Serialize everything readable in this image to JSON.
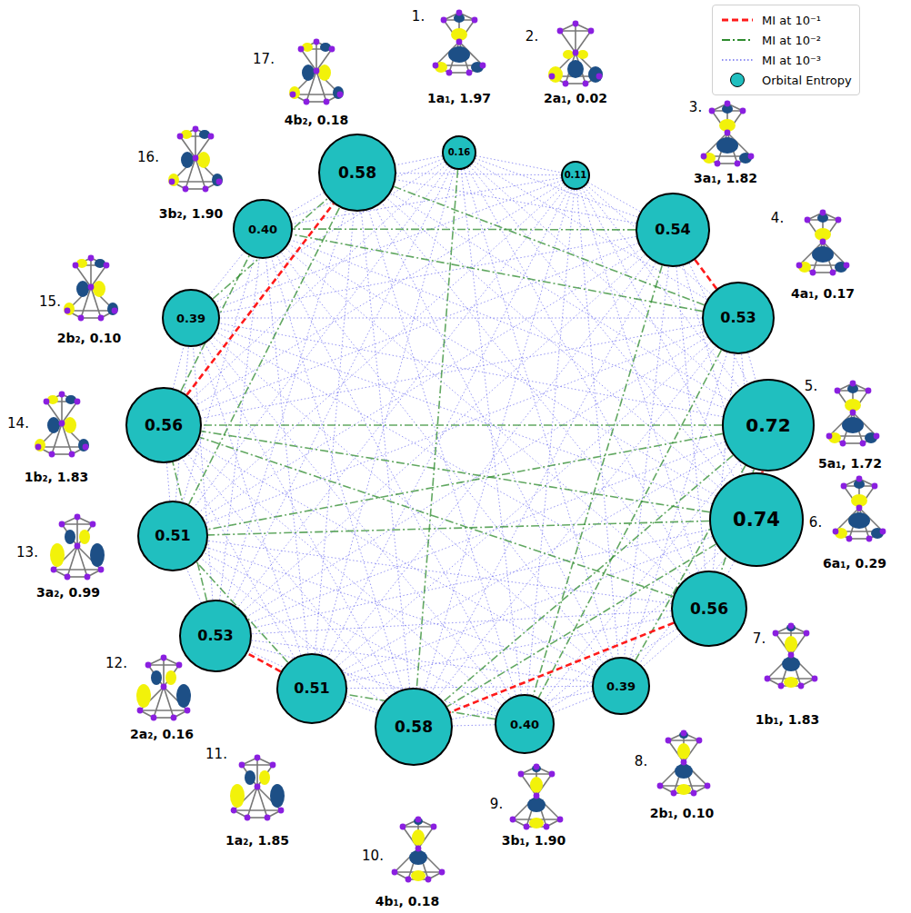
{
  "diagram": {
    "nodes": [
      {
        "text": [
          "0.16"
        ]
      },
      {
        "text": [
          "0.11"
        ]
      },
      {
        "text": [
          "0.54"
        ]
      },
      {
        "text": [
          "0.53"
        ]
      },
      {
        "text": [
          "0.72"
        ]
      },
      {
        "text": [
          "0.74"
        ]
      },
      {
        "text": [
          "0.56"
        ]
      },
      {
        "text": [
          "0.39"
        ]
      },
      {
        "text": [
          "0.40"
        ]
      },
      {
        "text": [
          "0.58"
        ]
      },
      {
        "text": [
          "0.51"
        ]
      },
      {
        "text": [
          "0.53"
        ]
      },
      {
        "text": [
          "0.51"
        ]
      },
      {
        "text": [
          "0.56"
        ]
      },
      {
        "text": [
          "0.39"
        ]
      },
      {
        "text": [
          "0.40"
        ]
      },
      {
        "text": [
          "0.58"
        ]
      }
    ],
    "edges": [
      {
        "from": 0,
        "to": 1,
        "arrow": "none"
      },
      {
        "from": 0,
        "to": 2,
        "arrow": "none"
      },
      {
        "from": 0,
        "to": 3,
        "arrow": "none"
      },
      {
        "from": 0,
        "to": 4,
        "arrow": "none"
      },
      {
        "from": 0,
        "to": 5,
        "arrow": "none"
      },
      {
        "from": 0,
        "to": 6,
        "arrow": "none"
      },
      {
        "from": 0,
        "to": 7,
        "arrow": "none"
      },
      {
        "from": 0,
        "to": 8,
        "arrow": "none"
      },
      {
        "from": 0,
        "to": 9,
        "arrow": "none"
      },
      {
        "from": 0,
        "to": 10,
        "arrow": "none"
      },
      {
        "from": 0,
        "to": 11,
        "arrow": "none"
      },
      {
        "from": 0,
        "to": 12,
        "arrow": "none"
      },
      {
        "from": 0,
        "to": 13,
        "arrow": "none"
      },
      {
        "from": 0,
        "to": 14,
        "arrow": "none"
      },
      {
        "from": 0,
        "to": 15,
        "arrow": "none"
      },
      {
        "from": 0,
        "to": 16,
        "arrow": "none"
      },
      {
        "from": 1,
        "to": 2,
        "arrow": "none"
      },
      {
        "from": 1,
        "to": 3,
        "arrow": "none"
      },
      {
        "from": 1,
        "to": 4,
        "arrow": "none"
      },
      {
        "from": 1,
        "to": 5,
        "arrow": "none"
      },
      {
        "from": 1,
        "to": 6,
        "arrow": "none"
      },
      {
        "from": 1,
        "to": 7,
        "arrow": "none"
      },
      {
        "from": 1,
        "to": 8,
        "arrow": "none"
      },
      {
        "from": 1,
        "to": 9,
        "arrow": "none"
      },
      {
        "from": 1,
        "to": 10,
        "arrow": "none"
      },
      {
        "from": 1,
        "to": 11,
        "arrow": "none"
      },
      {
        "from": 1,
        "to": 12,
        "arrow": "none"
      },
      {
        "from": 1,
        "to": 13,
        "arrow": "none"
      },
      {
        "from": 1,
        "to": 14,
        "arrow": "none"
      },
      {
        "from": 1,
        "to": 15,
        "arrow": "none"
      },
      {
        "from": 1,
        "to": 16,
        "arrow": "none"
      },
      {
        "from": 2,
        "to": 3,
        "arrow": "none"
      },
      {
        "from": 2,
        "to": 4,
        "arrow": "none"
      },
      {
        "from": 2,
        "to": 5,
        "arrow": "none"
      },
      {
        "from": 2,
        "to": 6,
        "arrow": "none"
      },
      {
        "from": 2,
        "to": 7,
        "arrow": "none"
      },
      {
        "from": 2,
        "to": 8,
        "arrow": "none"
      },
      {
        "from": 2,
        "to": 9,
        "arrow": "none"
      },
      {
        "from": 2,
        "to": 10,
        "arrow": "none"
      },
      {
        "from": 2,
        "to": 11,
        "arrow": "none"
      },
      {
        "from": 2,
        "to": 12,
        "arrow": "none"
      },
      {
        "from": 2,
        "to": 13,
        "arrow": "none"
      },
      {
        "from": 2,
        "to": 14,
        "arrow": "none"
      },
      {
        "from": 2,
        "to": 15,
        "arrow": "none"
      },
      {
        "from": 2,
        "to": 16,
        "arrow": "none"
      },
      {
        "from": 3,
        "to": 4,
        "arrow": "none"
      },
      {
        "from": 3,
        "to": 5,
        "arrow": "none"
      },
      {
        "from": 3,
        "to": 6,
        "arrow": "none"
      },
      {
        "from": 3,
        "to": 7,
        "arrow": "none"
      },
      {
        "from": 3,
        "to": 8,
        "arrow": "none"
      },
      {
        "from": 3,
        "to": 9,
        "arrow": "none"
      },
      {
        "from": 3,
        "to": 10,
        "arrow": "none"
      },
      {
        "from": 3,
        "to": 11,
        "arrow": "none"
      },
      {
        "from": 3,
        "to": 12,
        "arrow": "none"
      },
      {
        "from": 3,
        "to": 13,
        "arrow": "none"
      },
      {
        "from": 3,
        "to": 14,
        "arrow": "none"
      },
      {
        "from": 3,
        "to": 15,
        "arrow": "none"
      },
      {
        "from": 3,
        "to": 16,
        "arrow": "none"
      },
      {
        "from": 4,
        "to": 5,
        "arrow": "none"
      },
      {
        "from": 4,
        "to": 6,
        "arrow": "none"
      },
      {
        "from": 4,
        "to": 7,
        "arrow": "none"
      },
      {
        "from": 4,
        "to": 8,
        "arrow": "none"
      },
      {
        "from": 4,
        "to": 9,
        "arrow": "none"
      },
      {
        "from": 4,
        "to": 10,
        "arrow": "none"
      },
      {
        "from": 4,
        "to": 11,
        "arrow": "none"
      },
      {
        "from": 4,
        "to": 12,
        "arrow": "none"
      },
      {
        "from": 4,
        "to": 13,
        "arrow": "none"
      },
      {
        "from": 4,
        "to": 14,
        "arrow": "none"
      },
      {
        "from": 4,
        "to": 15,
        "arrow": "none"
      },
      {
        "from": 4,
        "to": 16,
        "arrow": "none"
      },
      {
        "from": 5,
        "to": 6,
        "arrow": "none"
      },
      {
        "from": 5,
        "to": 7,
        "arrow": "none"
      },
      {
        "from": 5,
        "to": 8,
        "arrow": "none"
      },
      {
        "from": 5,
        "to": 9,
        "arrow": "none"
      },
      {
        "from": 5,
        "to": 10,
        "arrow": "none"
      },
      {
        "from": 5,
        "to": 11,
        "arrow": "none"
      },
      {
        "from": 5,
        "to": 12,
        "arrow": "none"
      },
      {
        "from": 5,
        "to": 13,
        "arrow": "none"
      },
      {
        "from": 5,
        "to": 14,
        "arrow": "none"
      },
      {
        "from": 5,
        "to": 15,
        "arrow": "none"
      },
      {
        "from": 5,
        "to": 16,
        "arrow": "none"
      },
      {
        "from": 6,
        "to": 7,
        "arrow": "none"
      },
      {
        "from": 6,
        "to": 8,
        "arrow": "none"
      },
      {
        "from": 6,
        "to": 9,
        "arrow": "none"
      },
      {
        "from": 6,
        "to": 10,
        "arrow": "none"
      },
      {
        "from": 6,
        "to": 11,
        "arrow": "none"
      },
      {
        "from": 6,
        "to": 12,
        "arrow": "none"
      },
      {
        "from": 6,
        "to": 13,
        "arrow": "none"
      },
      {
        "from": 6,
        "to": 14,
        "arrow": "none"
      },
      {
        "from": 6,
        "to": 15,
        "arrow": "none"
      },
      {
        "from": 6,
        "to": 16,
        "arrow": "none"
      },
      {
        "from": 7,
        "to": 8,
        "arrow": "none"
      },
      {
        "from": 7,
        "to": 9,
        "arrow": "none"
      },
      {
        "from": 7,
        "to": 10,
        "arrow": "none"
      },
      {
        "from": 7,
        "to": 11,
        "arrow": "none"
      },
      {
        "from": 7,
        "to": 12,
        "arrow": "none"
      },
      {
        "from": 7,
        "to": 13,
        "arrow": "none"
      },
      {
        "from": 7,
        "to": 14,
        "arrow": "none"
      },
      {
        "from": 7,
        "to": 15,
        "arrow": "none"
      },
      {
        "from": 7,
        "to": 16,
        "arrow": "none"
      },
      {
        "from": 8,
        "to": 9,
        "arrow": "none"
      },
      {
        "from": 8,
        "to": 10,
        "arrow": "none"
      },
      {
        "from": 8,
        "to": 11,
        "arrow": "none"
      },
      {
        "from": 8,
        "to": 12,
        "arrow": "none"
      },
      {
        "from": 8,
        "to": 13,
        "arrow": "none"
      },
      {
        "from": 8,
        "to": 14,
        "arrow": "none"
      },
      {
        "from": 8,
        "to": 15,
        "arrow": "none"
      },
      {
        "from": 8,
        "to": 16,
        "arrow": "none"
      },
      {
        "from": 9,
        "to": 10,
        "arrow": "none"
      },
      {
        "from": 9,
        "to": 11,
        "arrow": "none"
      },
      {
        "from": 9,
        "to": 12,
        "arrow": "none"
      },
      {
        "from": 9,
        "to": 13,
        "arrow": "none"
      },
      {
        "from": 9,
        "to": 14,
        "arrow": "none"
      },
      {
        "from": 9,
        "to": 15,
        "arrow": "none"
      },
      {
        "from": 9,
        "to": 16,
        "arrow": "none"
      },
      {
        "from": 10,
        "to": 11,
        "arrow": "none"
      },
      {
        "from": 10,
        "to": 12,
        "arrow": "none"
      },
      {
        "from": 10,
        "to": 13,
        "arrow": "none"
      },
      {
        "from": 10,
        "to": 14,
        "arrow": "none"
      },
      {
        "from": 10,
        "to": 15,
        "arrow": "none"
      },
      {
        "from": 10,
        "to": 16,
        "arrow": "none"
      },
      {
        "from": 11,
        "to": 12,
        "arrow": "none"
      },
      {
        "from": 11,
        "to": 13,
        "arrow": "none"
      },
      {
        "from": 11,
        "to": 14,
        "arrow": "none"
      },
      {
        "from": 11,
        "to": 15,
        "arrow": "none"
      },
      {
        "from": 11,
        "to": 16,
        "arrow": "none"
      },
      {
        "from": 12,
        "to": 13,
        "arrow": "none"
      },
      {
        "from": 12,
        "to": 14,
        "arrow": "none"
      },
      {
        "from": 12,
        "to": 15,
        "arrow": "none"
      },
      {
        "from": 12,
        "to": 16,
        "arrow": "none"
      },
      {
        "from": 13,
        "to": 14,
        "arrow": "none"
      },
      {
        "from": 13,
        "to": 15,
        "arrow": "none"
      },
      {
        "from": 13,
        "to": 16,
        "arrow": "none"
      },
      {
        "from": 14,
        "to": 15,
        "arrow": "none"
      },
      {
        "from": 14,
        "to": 16,
        "arrow": "none"
      },
      {
        "from": 15,
        "to": 16,
        "arrow": "none"
      }
    ],
    "labels": [
      "1.",
      "1a₁, 1.97",
      "2.",
      "2a₁, 0.02",
      "3.",
      "3a₁, 1.82",
      "4.",
      "4a₁, 0.17",
      "5.",
      "5a₁, 1.72",
      "6.",
      "6a₁, 0.29",
      "7.",
      "1b₁, 1.83",
      "8.",
      "2b₁, 0.10",
      "9.",
      "3b₁, 1.90",
      "10.",
      "4b₁, 0.18",
      "11.",
      "1a₂, 1.85",
      "12.",
      "2a₂, 0.16",
      "13.",
      "3a₂, 0.99",
      "14.",
      "1b₂, 1.83",
      "15.",
      "2b₂, 0.10",
      "16.",
      "3b₂, 1.90",
      "17.",
      "4b₂, 0.18"
    ],
    "legend": [
      {
        "text": "MI at 10⁻¹"
      },
      {
        "text": "MI at 10⁻²"
      },
      {
        "text": "MI at 10⁻³"
      },
      {
        "text": "Orbital Entropy",
        "color": "#20bfbf"
      }
    ]
  }
}
